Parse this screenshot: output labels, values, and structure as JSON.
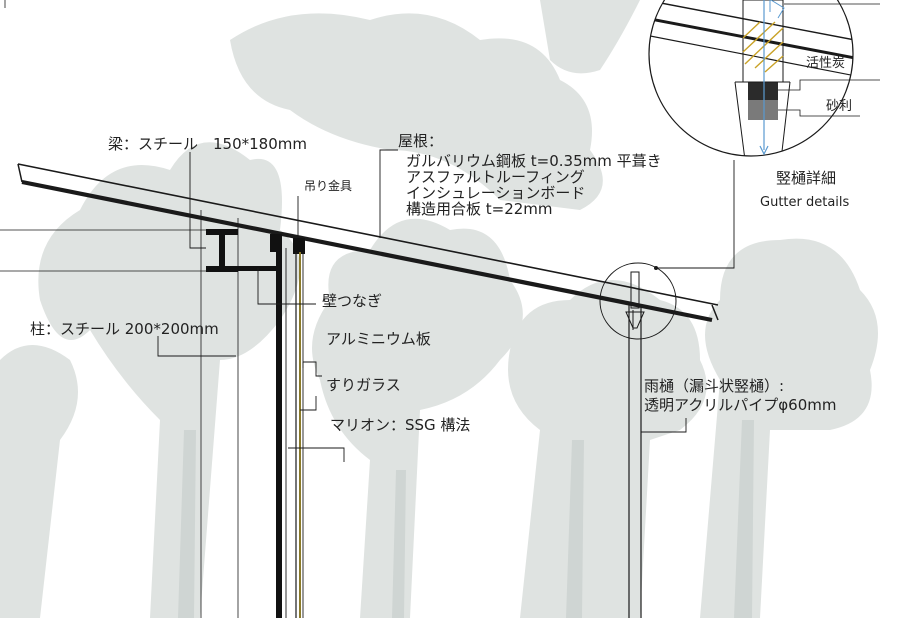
{
  "labels": {
    "beam": "梁：スチール　150*180mm",
    "hanger": "吊り金具",
    "roof_title": "屋根：",
    "roof_layers": [
      "ガルバリウム鋼板 t=0.35mm 平葺き",
      "アスファルトルーフィング",
      "インシュレーションボード",
      "構造用合板 t=22mm"
    ],
    "wall_tie": "壁つなぎ",
    "column": "柱：スチール 200*200mm",
    "aluminum": "アルミニウム板",
    "frosted_glass": "すりガラス",
    "mullion": "マリオン：SSG 構法",
    "downpipe_line1": "雨樋（漏斗状竪樋）:",
    "downpipe_line2": "透明アクリルパイプφ60mm",
    "activated_carbon": "活性炭",
    "gravel": "砂利",
    "detail_title_jp": "竪樋詳細",
    "detail_title_en": "Gutter details"
  },
  "colors": {
    "tree": "#dfe3e1",
    "tree_dark": "#cfd5d3",
    "line": "#1a1a1a",
    "glass": "#8a7a2a",
    "water": "#5a9ad0",
    "carbon": "#2b2b2b",
    "gravel": "#7a7a7a"
  }
}
